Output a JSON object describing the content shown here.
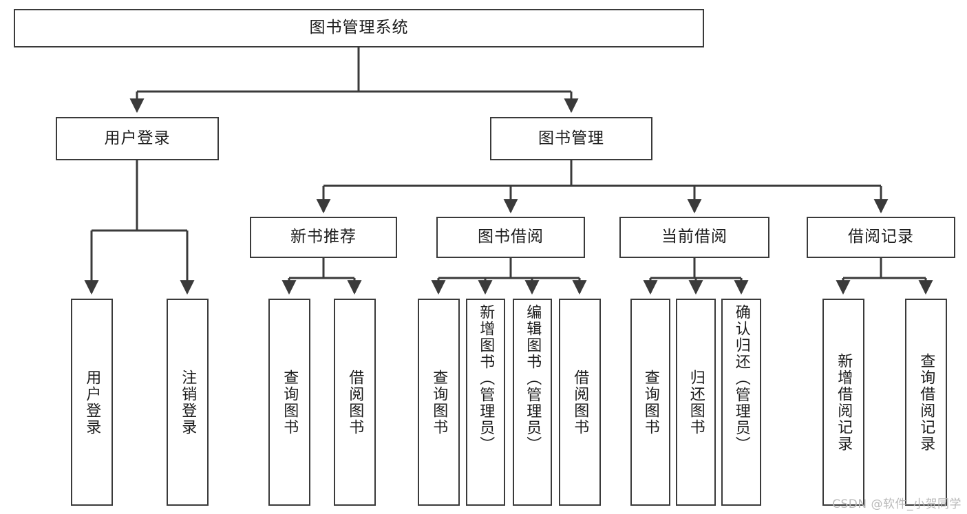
{
  "diagram": {
    "title": "图书管理系统",
    "type": "tree",
    "watermark": "CSDN @软件_小贺同学",
    "line_color": "#3a3a3a",
    "background_color": "#ffffff",
    "text_color": "#1c1c1c",
    "levels": [
      {
        "level": 0,
        "nodes": [
          {
            "id": "root",
            "label": "图书管理系统",
            "orientation": "horizontal"
          }
        ]
      },
      {
        "level": 1,
        "nodes": [
          {
            "id": "login",
            "label": "用户登录",
            "orientation": "horizontal",
            "parent": "root"
          },
          {
            "id": "bookmgmt",
            "label": "图书管理",
            "orientation": "horizontal",
            "parent": "root"
          }
        ]
      },
      {
        "level": 2,
        "nodes": [
          {
            "id": "newbook",
            "label": "新书推荐",
            "orientation": "horizontal",
            "parent": "bookmgmt"
          },
          {
            "id": "borrow",
            "label": "图书借阅",
            "orientation": "horizontal",
            "parent": "bookmgmt"
          },
          {
            "id": "current",
            "label": "当前借阅",
            "orientation": "horizontal",
            "parent": "bookmgmt"
          },
          {
            "id": "records",
            "label": "借阅记录",
            "orientation": "horizontal",
            "parent": "bookmgmt"
          }
        ]
      },
      {
        "level": 3,
        "nodes": [
          {
            "id": "leaf1",
            "label": "用户登录",
            "orientation": "vertical",
            "parent": "login"
          },
          {
            "id": "leaf2",
            "label": "注销登录",
            "orientation": "vertical",
            "parent": "login"
          },
          {
            "id": "leaf3",
            "label": "查询图书",
            "orientation": "vertical",
            "parent": "newbook"
          },
          {
            "id": "leaf4",
            "label": "借阅图书",
            "orientation": "vertical",
            "parent": "newbook"
          },
          {
            "id": "leaf5",
            "label": "查询图书",
            "orientation": "vertical",
            "parent": "borrow"
          },
          {
            "id": "leaf6",
            "label": "新增图书（管理员）",
            "orientation": "vertical",
            "parent": "borrow"
          },
          {
            "id": "leaf7",
            "label": "编辑图书（管理员）",
            "orientation": "vertical",
            "parent": "borrow"
          },
          {
            "id": "leaf8",
            "label": "借阅图书",
            "orientation": "vertical",
            "parent": "borrow"
          },
          {
            "id": "leaf9",
            "label": "查询图书",
            "orientation": "vertical",
            "parent": "current"
          },
          {
            "id": "leaf10",
            "label": "归还图书",
            "orientation": "vertical",
            "parent": "current"
          },
          {
            "id": "leaf11",
            "label": "确认归还（管理员）",
            "orientation": "vertical",
            "parent": "current"
          },
          {
            "id": "leaf12",
            "label": "新增借阅记录",
            "orientation": "vertical",
            "parent": "records"
          },
          {
            "id": "leaf13",
            "label": "查询借阅记录",
            "orientation": "vertical",
            "parent": "records"
          }
        ]
      }
    ]
  }
}
